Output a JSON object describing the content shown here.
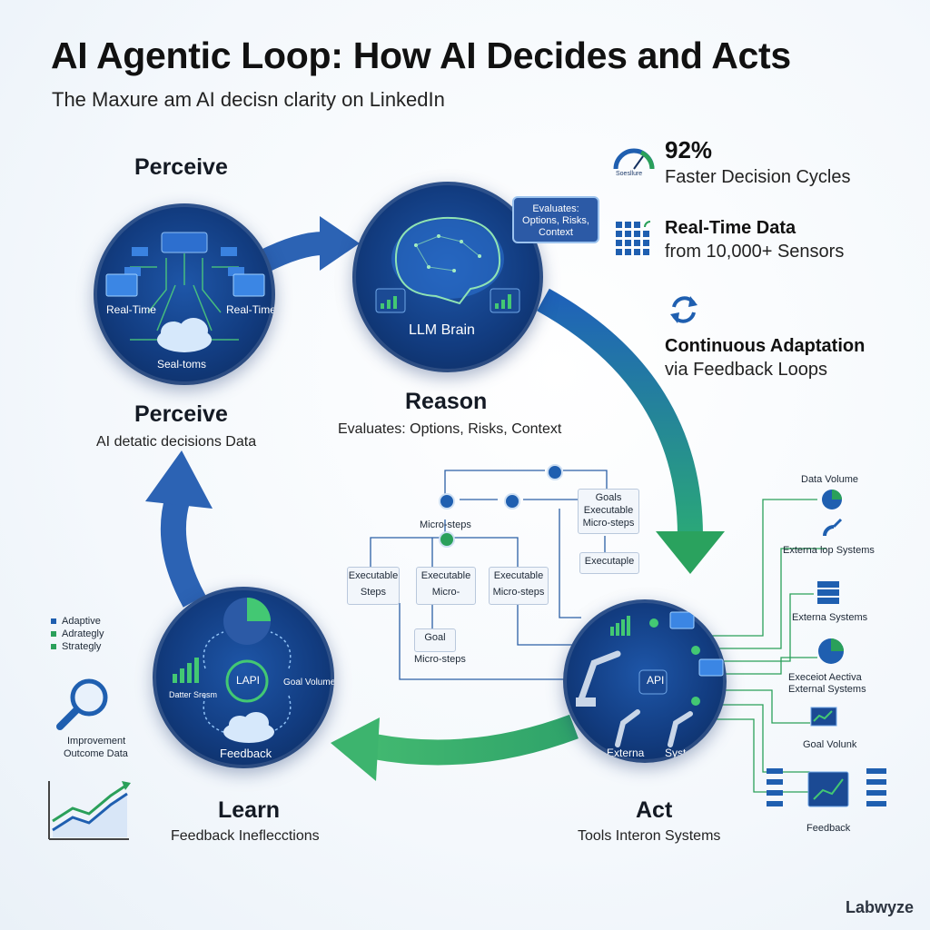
{
  "header": {
    "title": "AI Agentic Loop: How AI Decides and Acts",
    "subtitle": "The Maxure am AI decisn clarity on LinkedIn"
  },
  "perceive": {
    "heading_top": "Perceive",
    "heading": "Perceive",
    "description": "AI detatic decisions Data",
    "labels": [
      "Real-Time",
      "Real-Time",
      "Seal-toms"
    ]
  },
  "reason": {
    "heading": "Reason",
    "description": "Evaluates: Options, Risks, Context",
    "circle_label": "LLM Brain",
    "bubble": "Evaluates: Options, Risks, Context"
  },
  "act": {
    "heading": "Act",
    "description": "Tools Interon Systems",
    "center": "API",
    "labels": [
      "Externa",
      "Systems"
    ]
  },
  "learn": {
    "heading": "Learn",
    "description": "Feedback Ineflecctions",
    "center": "LAPI",
    "labels": [
      "Datter Sresm",
      "Goal Volume",
      "Feedback"
    ]
  },
  "stats": [
    {
      "value": "92%",
      "text": "Faster Decision Cycles",
      "icon": "gauge-icon",
      "icon_label": "Soesllure"
    },
    {
      "title": "Real-Time Data",
      "text": "from 10,000+ Sensors",
      "icon": "sensor-grid-icon"
    },
    {
      "title": "Continuous Adaptation",
      "text": "via Feedback Loops",
      "icon": "refresh-icon"
    }
  ],
  "flow": {
    "goals": "Goals",
    "exec_micro": "Executable Micro-steps",
    "micro_steps": "Micro-steps",
    "executable": "Executable",
    "steps": "Steps",
    "micro": "Micro-",
    "micro_steps2": "Micro-steps",
    "goal": "Goal",
    "goal_sub": "Micro-steps",
    "executaple": "Executaple"
  },
  "systems": [
    "Data Volume",
    "Externa lop Systems",
    "Externa Systems",
    "Execeiot Aectiva External Systems",
    "Goal Volunk",
    "Feedback"
  ],
  "legend": [
    "Adaptive",
    "Adrategly",
    "Strategly"
  ],
  "improvement": [
    "Improvement",
    "Outcome Data"
  ],
  "brand": "Labwyze",
  "colors": {
    "navy": "#123c80",
    "blue": "#2a66c0",
    "green": "#2aa05a"
  }
}
